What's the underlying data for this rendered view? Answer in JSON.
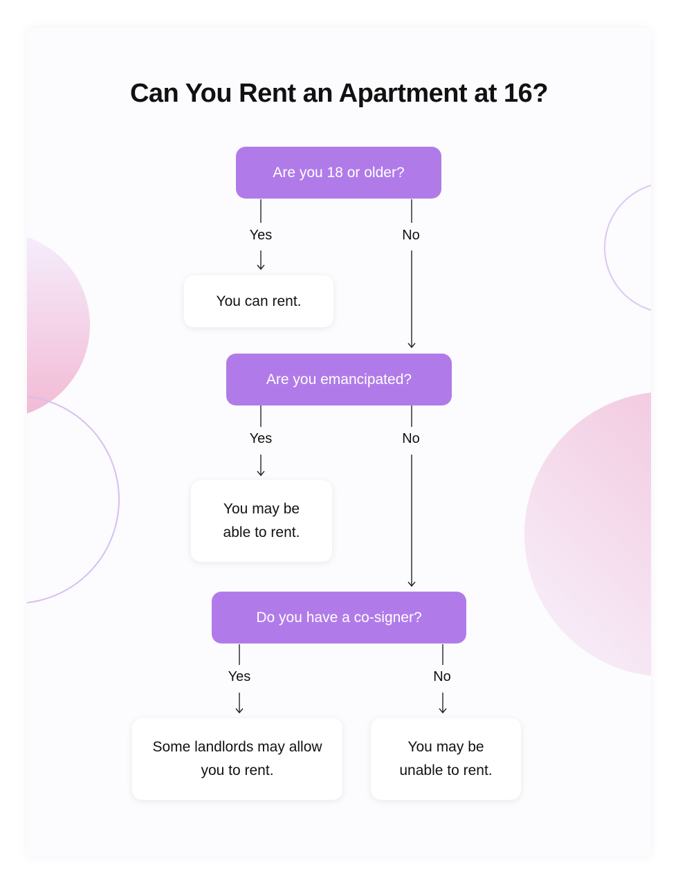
{
  "title": "Can You Rent an Apartment at 16?",
  "colors": {
    "question_fill": "#b07be9",
    "answer_fill": "#ffffff",
    "decor_pink": "#f2bfd6",
    "decor_lavender": "#d9c2f2"
  },
  "nodes": {
    "q_age": "Are you 18 or older?",
    "a_can_rent": "You can rent.",
    "q_emancipated": "Are you emancipated?",
    "a_may_be_able": "You may be able to rent.",
    "q_cosigner": "Do you have a co-signer?",
    "a_some_landlords": "Some landlords may allow you to rent.",
    "a_unable": "You may be unable to rent."
  },
  "edge_labels": {
    "age_yes": "Yes",
    "age_no": "No",
    "emancipated_yes": "Yes",
    "emancipated_no": "No",
    "cosigner_yes": "Yes",
    "cosigner_no": "No"
  }
}
